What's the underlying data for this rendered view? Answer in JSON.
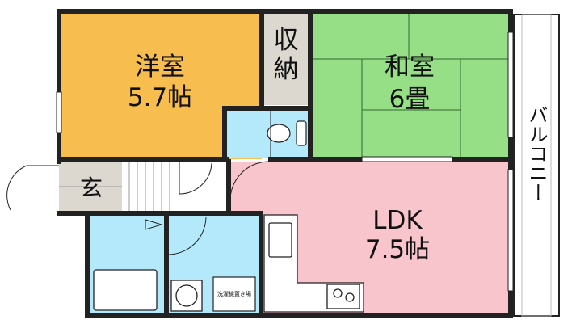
{
  "rooms": {
    "western": {
      "name": "洋室",
      "size": "5.7帖"
    },
    "japanese": {
      "name": "和室",
      "size": "6畳"
    },
    "ldk": {
      "name": "LDK",
      "size": "7.5帖"
    },
    "closet": {
      "name": "収納"
    },
    "entrance": {
      "name": "玄"
    },
    "balcony": {
      "name": "バルコニー"
    },
    "laundry": {
      "name": "洗濯機置き場"
    }
  },
  "colors": {
    "western": "#f8bd4f",
    "japanese": "#96df86",
    "ldk": "#f9c5cd",
    "water": "#b4e9fb",
    "closet": "#dcd8d0",
    "wall": "#222222"
  }
}
